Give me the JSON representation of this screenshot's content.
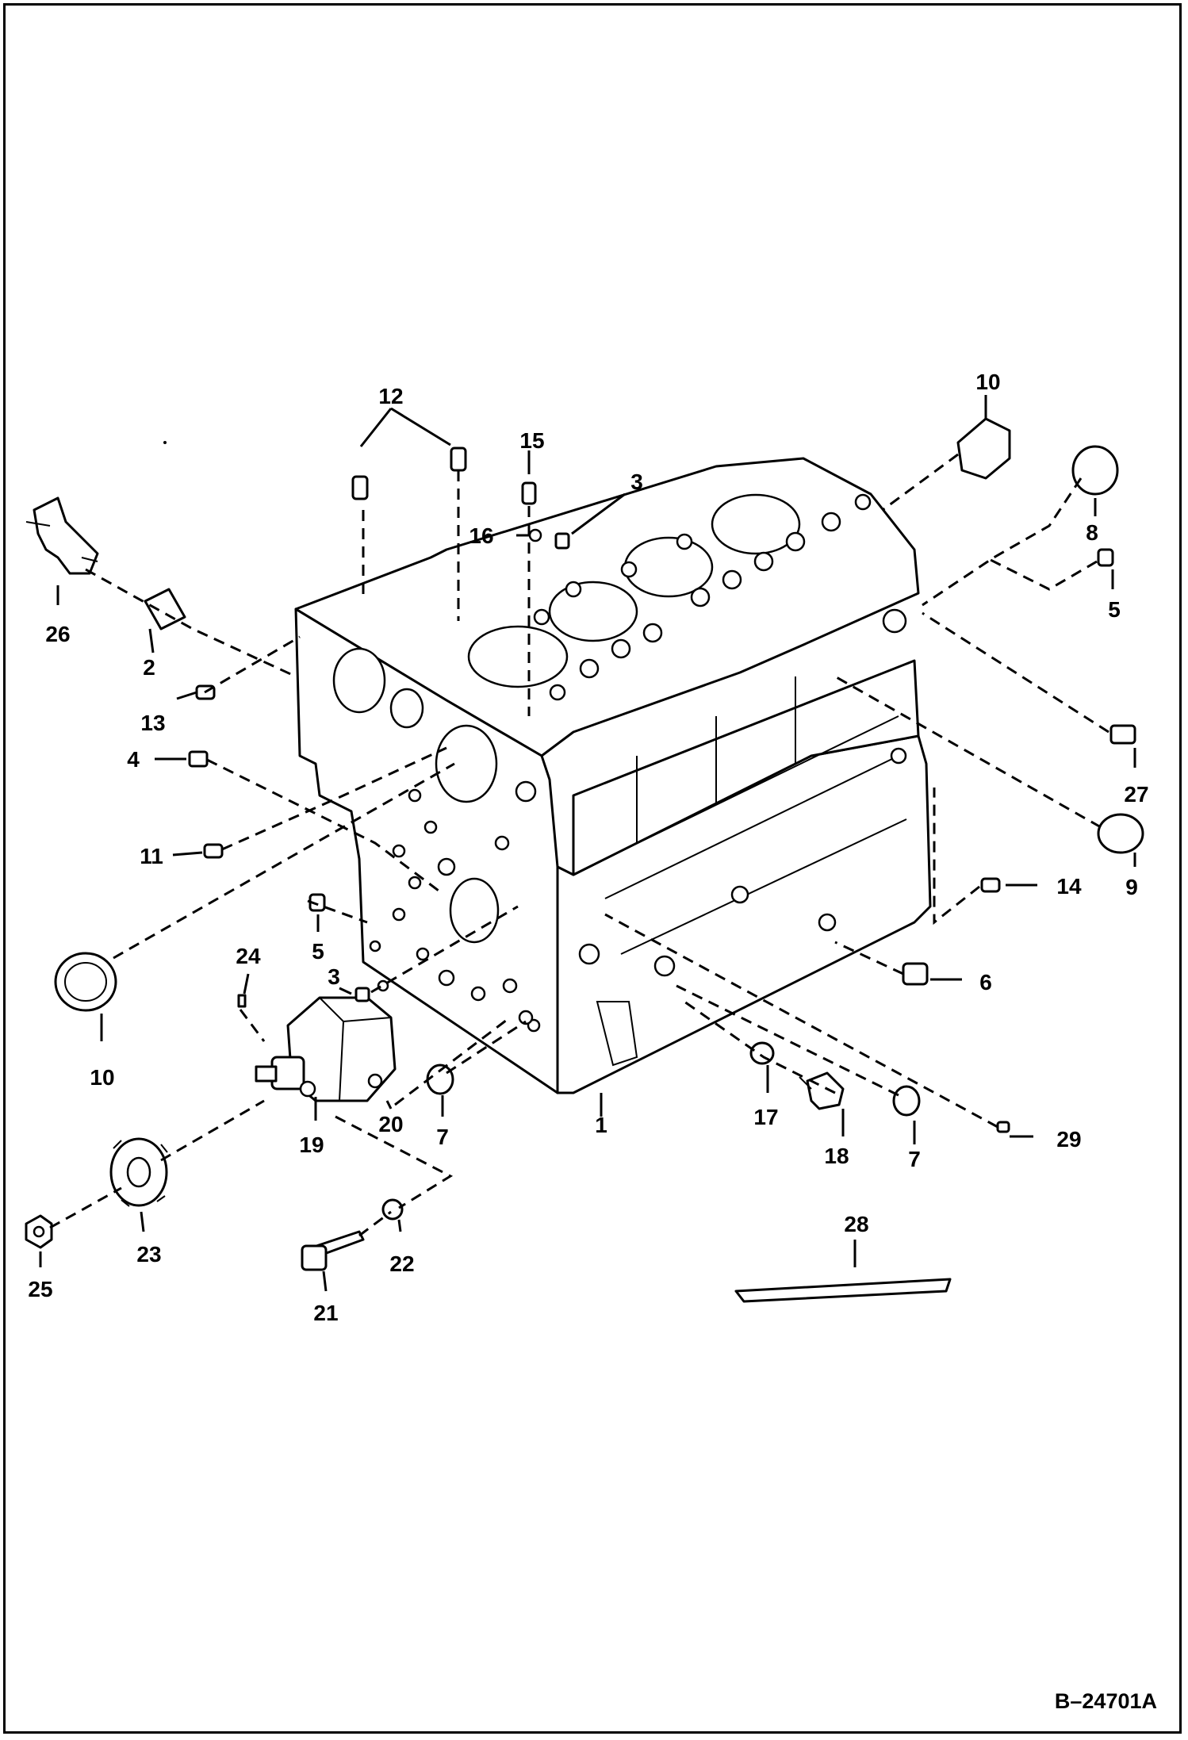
{
  "figure": {
    "id_label": "B–24701A",
    "callouts": [
      "1",
      "2",
      "3",
      "3",
      "4",
      "5",
      "5",
      "6",
      "7",
      "7",
      "8",
      "9",
      "10",
      "10",
      "11",
      "12",
      "13",
      "14",
      "15",
      "16",
      "17",
      "18",
      "19",
      "20",
      "21",
      "22",
      "23",
      "24",
      "25",
      "26",
      "27",
      "28",
      "29"
    ]
  }
}
